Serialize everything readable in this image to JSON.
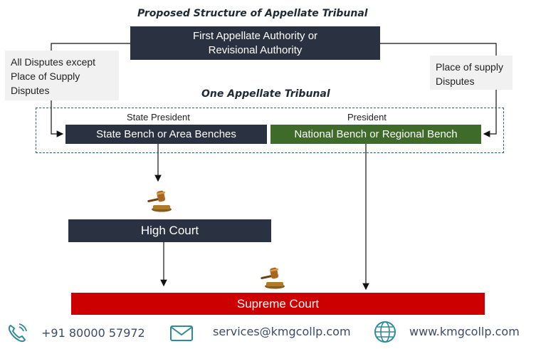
{
  "diagram": {
    "title": "Proposed Structure of Appellate Tribunal",
    "first_authority": {
      "line1": "First Appellate Authority or",
      "line2": "Revisional Authority"
    },
    "left_label": {
      "line1": "All Disputes except",
      "line2": "Place of Supply",
      "line3": "Disputes"
    },
    "right_label": {
      "line1": "Place of supply",
      "line2": "Disputes"
    },
    "tribunal_title": "One Appellate Tribunal",
    "state_president": "State President",
    "president": "President",
    "state_bench": "State Bench or Area Benches",
    "national_bench": "National Bench or Regional Bench",
    "high_court": "High Court",
    "supreme_court": "Supreme Court",
    "icons": [
      "gavel-icon",
      "gavel-icon"
    ],
    "colors": {
      "dark_box": "#2a3140",
      "green_box": "#3e6b2a",
      "red_box": "#cc0000",
      "dashed_border": "#2f5d8a"
    }
  },
  "footer": {
    "phone": "+91 80000 57972",
    "email": "services@kmgcollp.com",
    "website": "www.kmgcollp.com",
    "icons": [
      "phone-icon",
      "mail-icon",
      "globe-icon"
    ]
  }
}
